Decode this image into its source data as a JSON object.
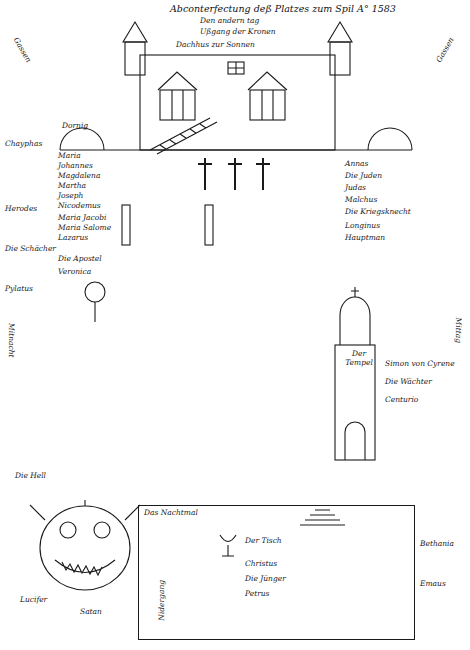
{
  "diagram": {
    "title": "Abconterfectung deß Platzes zum Spil A° 1583",
    "nodes": [
      {
        "text": [
          "Dachhus zur Sonnen"
        ]
      },
      {
        "text": [
          "Der Tempel"
        ]
      },
      {
        "text": [
          "Das Nachtmal"
        ]
      }
    ],
    "labels": [
      "Den andern tag",
      "Ußgang der Kronen",
      "Gassen",
      "Gassen",
      "Dornig",
      "Chayphas",
      "Maria",
      "Johannes",
      "Magdalena",
      "Martha",
      "Joseph",
      "Nicodemus",
      "Herodes",
      "Maria Jacobi",
      "Maria Salome",
      "Lazarus",
      "Die Schächer",
      "Die Apostel",
      "Veronica",
      "Pylatus",
      "Mitnacht",
      "Annas",
      "Die Juden",
      "Judas",
      "Malchus",
      "Die Kriegsknecht",
      "Longinus",
      "Hauptman",
      "Mittag",
      "Simon von Cyrene",
      "Die Wächter",
      "Centurio",
      "Die Hell",
      "Lucifer",
      "Satan",
      "Nidergang",
      "Der Tisch",
      "Christus",
      "Die Jünger",
      "Petrus",
      "Bethania",
      "Emaus"
    ]
  }
}
